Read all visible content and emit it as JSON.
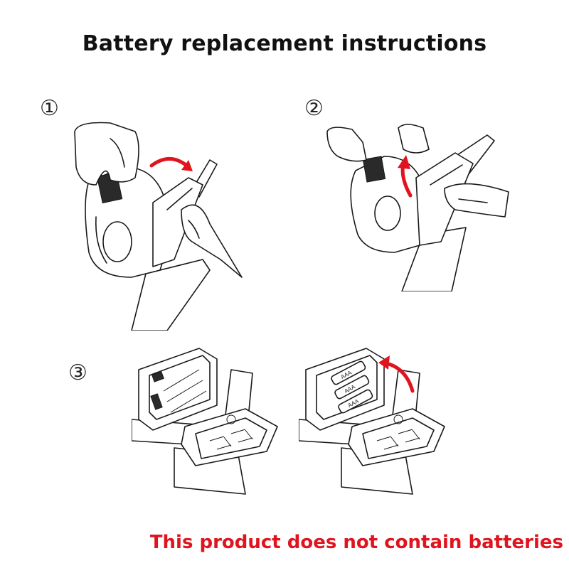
{
  "title": "Battery replacement instructions",
  "steps": [
    {
      "number": "①"
    },
    {
      "number": "②"
    },
    {
      "number": "③"
    }
  ],
  "battery_labels": [
    "AAA",
    "AAA",
    "AAA"
  ],
  "notice": "This product does not contain batteries",
  "colors": {
    "arrow": "#e0141e",
    "notice": "#e0141e",
    "line": "#1a1a1a"
  }
}
